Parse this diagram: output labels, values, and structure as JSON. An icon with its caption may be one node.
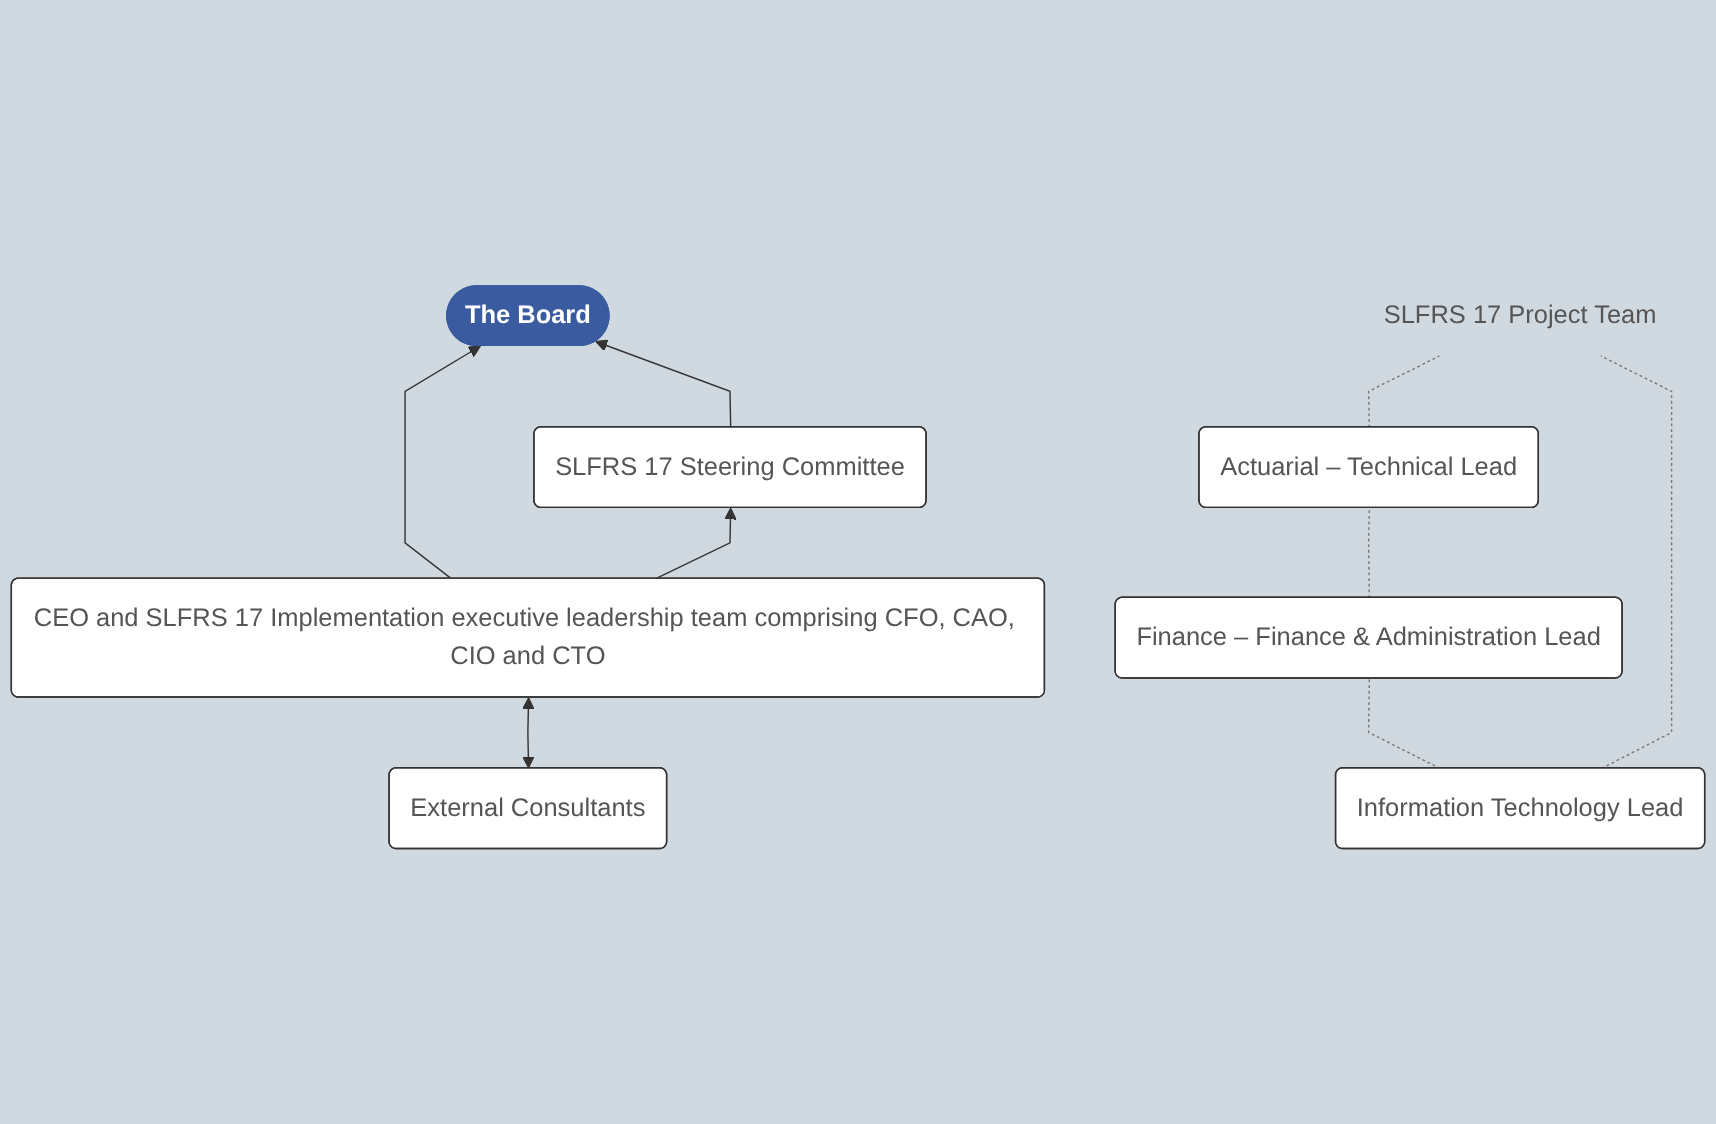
{
  "diagram": {
    "nodes": [
      {
        "text": [
          "The Board"
        ]
      },
      {
        "text": [
          "SLFRS 17 Steering Committee"
        ]
      },
      {
        "text": [
          "CEO and SLFRS 17 Implementation executive leadership team comprising CFO, CAO, CIO and CTO"
        ]
      },
      {
        "text": [
          "External Consultants"
        ]
      },
      {
        "text": [
          "SLFRS 17 Project Team"
        ]
      },
      {
        "text": [
          "Actuarial – Technical Lead"
        ]
      },
      {
        "text": [
          "Finance – Finance & Administration Lead"
        ]
      },
      {
        "text": [
          "Information Technology Lead"
        ]
      }
    ],
    "edges": [
      {
        "from": 2,
        "to": 0,
        "arrow": "to"
      },
      {
        "from": 2,
        "to": 1,
        "arrow": "to"
      },
      {
        "from": 1,
        "to": 0,
        "arrow": "to"
      },
      {
        "from": 3,
        "to": 2,
        "arrow": "both"
      },
      {
        "from": 5,
        "to": 4,
        "arrow": "none",
        "style": "dashed"
      },
      {
        "from": 7,
        "to": 4,
        "arrow": "none",
        "style": "dashed"
      },
      {
        "from": 6,
        "to": 5,
        "arrow": "none",
        "style": "dashed"
      },
      {
        "from": 7,
        "to": 6,
        "arrow": "none",
        "style": "dashed"
      }
    ]
  }
}
